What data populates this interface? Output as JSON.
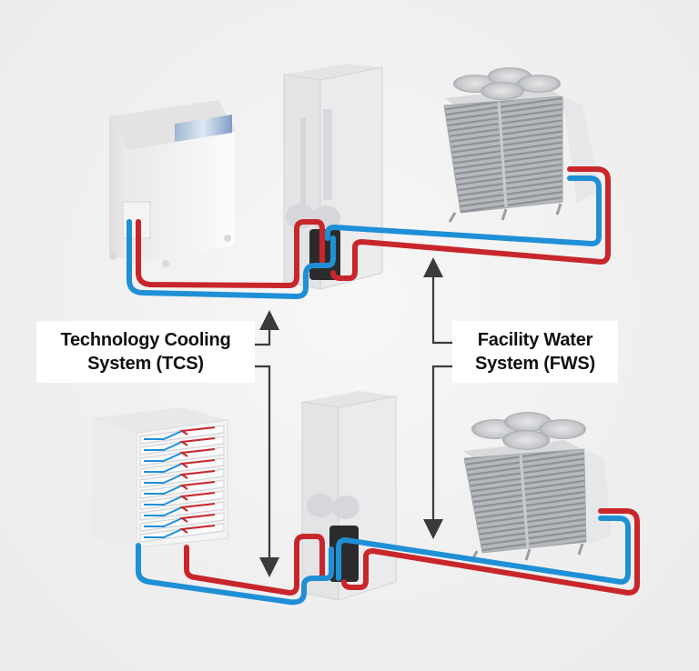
{
  "diagram": {
    "title": "Liquid cooling loops: Technology Cooling System and Facility Water System",
    "labels": {
      "tcs": {
        "line1": "Technology Cooling",
        "line2": "System (TCS)"
      },
      "fws": {
        "line1": "Facility Water",
        "line2": "System (FWS)"
      }
    },
    "colors": {
      "background": "#efefef",
      "supply_pipe": "#c8262b",
      "return_pipe": "#1f8fd6",
      "arrow": "#3b3b3b",
      "label_bg": "#ffffff",
      "label_text": "#111111"
    },
    "rows": [
      {
        "name": "top-row",
        "equipment": [
          "Cooled cabinet (TCS load)",
          "Coolant distribution unit with heat exchanger",
          "Dry cooler with 4 fans"
        ]
      },
      {
        "name": "bottom-row",
        "equipment": [
          "Server rack with cold plates",
          "Coolant distribution unit with heat exchanger",
          "Dry cooler with 4 fans"
        ]
      }
    ],
    "loops": [
      {
        "id": "TCS",
        "connects": "IT load to CDU heat exchanger"
      },
      {
        "id": "FWS",
        "connects": "CDU heat exchanger to dry cooler"
      }
    ]
  }
}
